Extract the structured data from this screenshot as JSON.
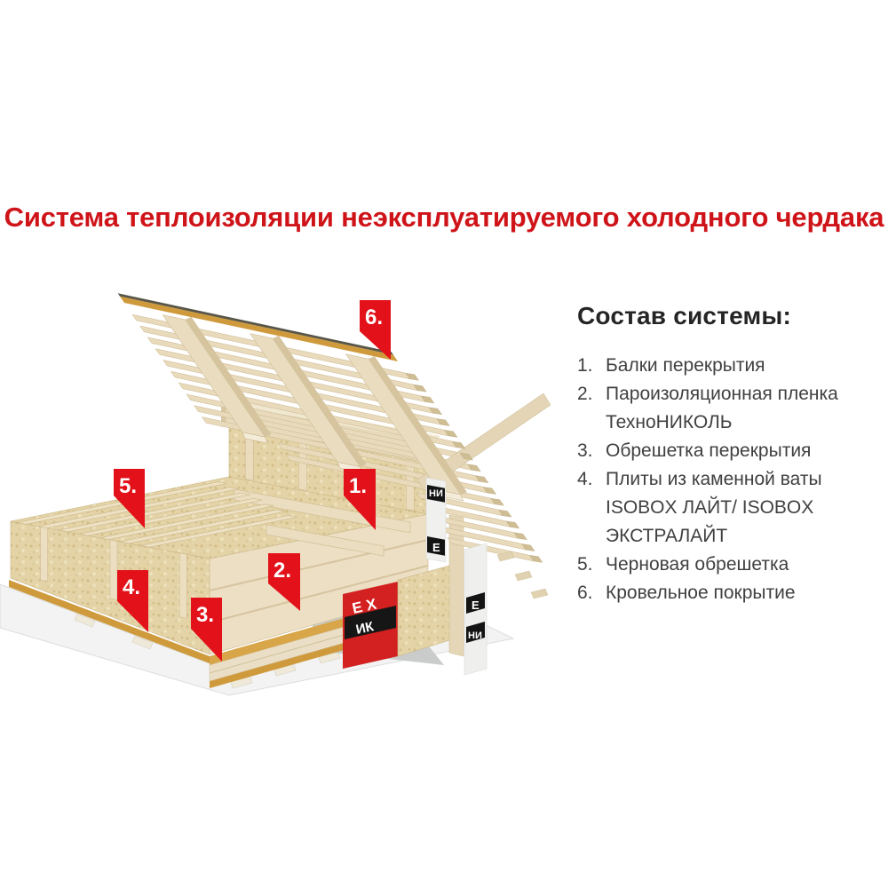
{
  "title": {
    "text": "Система теплоизоляции неэксплуатируемого холодного чердака"
  },
  "legend": {
    "heading": "Состав системы:",
    "items": [
      {
        "num": "1.",
        "label": "Балки перекрытия"
      },
      {
        "num": "2.",
        "label": "Пароизоляционная пленка ТехноНИКОЛЬ"
      },
      {
        "num": "3.",
        "label": "Обрешетка перекрытия"
      },
      {
        "num": "4.",
        "label": "Плиты из каменной ваты ISOBOX ЛАЙТ/ ISOBOX ЭКСТРАЛАЙТ"
      },
      {
        "num": "5.",
        "label": "Черновая обрешетка"
      },
      {
        "num": "6.",
        "label": "Кровельное покрытие"
      }
    ]
  },
  "diagram": {
    "markers": [
      {
        "num": "1."
      },
      {
        "num": "2."
      },
      {
        "num": "3."
      },
      {
        "num": "4."
      },
      {
        "num": "5."
      },
      {
        "num": "6."
      }
    ],
    "film_strip_letters": {
      "upper": [
        "НИ",
        "Е"
      ],
      "lower": [
        "Е",
        "НИ"
      ]
    },
    "package_letters": {
      "top": "Е Х",
      "bottom": "ИК"
    }
  },
  "colors": {
    "title_red": "#cf1419",
    "marker_red": "#e3121a",
    "wood_light": "#e9dcbf",
    "wood_side": "#d5c49e",
    "mineral_wool": "#e3d3a6",
    "vapor_film_orange": "#cf9a3c",
    "roof_cover_dark": "#595648",
    "film_white": "#f0f1ef",
    "text_dark": "#404040"
  }
}
